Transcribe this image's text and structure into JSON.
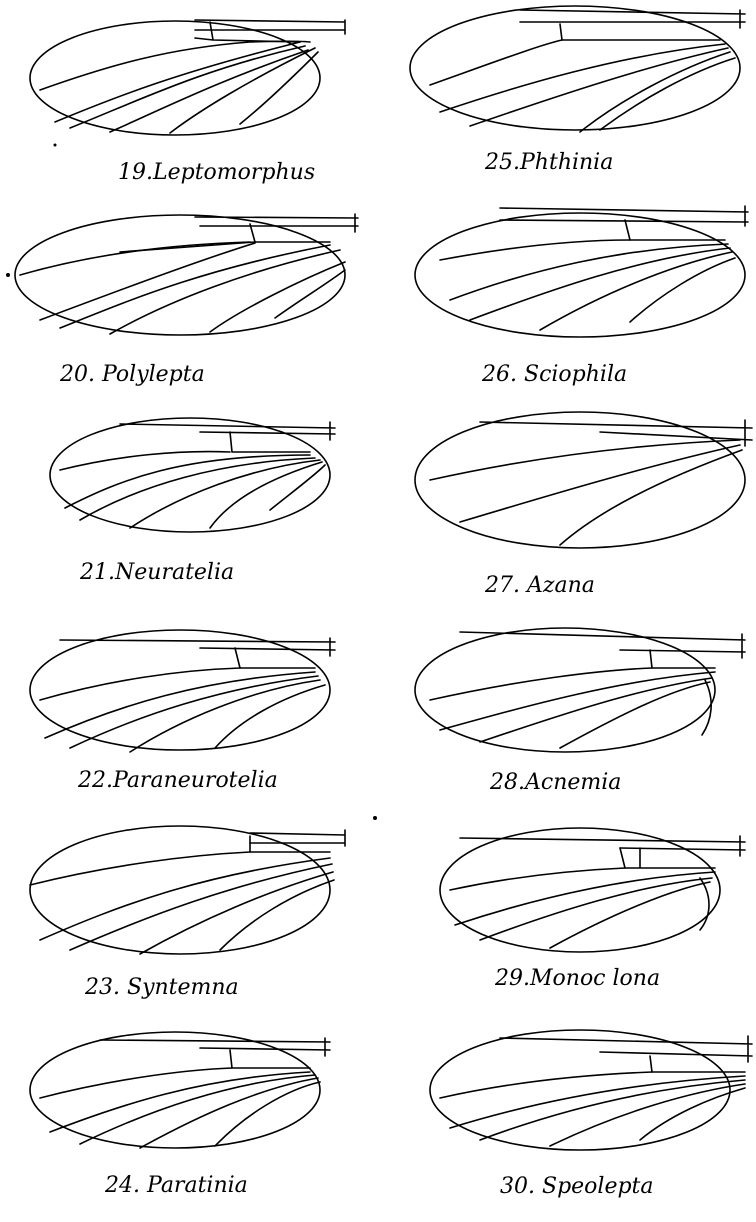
{
  "plate": {
    "figures": [
      {
        "number": "19.",
        "genus": "Leptomorphus"
      },
      {
        "number": "20.",
        "genus": "Polylepta"
      },
      {
        "number": "21.",
        "genus": "Neuratelia"
      },
      {
        "number": "22.",
        "genus": "Paraneurotelia"
      },
      {
        "number": "23.",
        "genus": "Syntemna"
      },
      {
        "number": "24.",
        "genus": "Paratinia"
      },
      {
        "number": "25.",
        "genus": "Phthinia"
      },
      {
        "number": "26.",
        "genus": "Sciophila"
      },
      {
        "number": "27.",
        "genus": "Azana"
      },
      {
        "number": "28.",
        "genus": "Acnemia"
      },
      {
        "number": "29.",
        "genus": "Monoc lona"
      },
      {
        "number": "30.",
        "genus": "Speolepta"
      }
    ]
  }
}
